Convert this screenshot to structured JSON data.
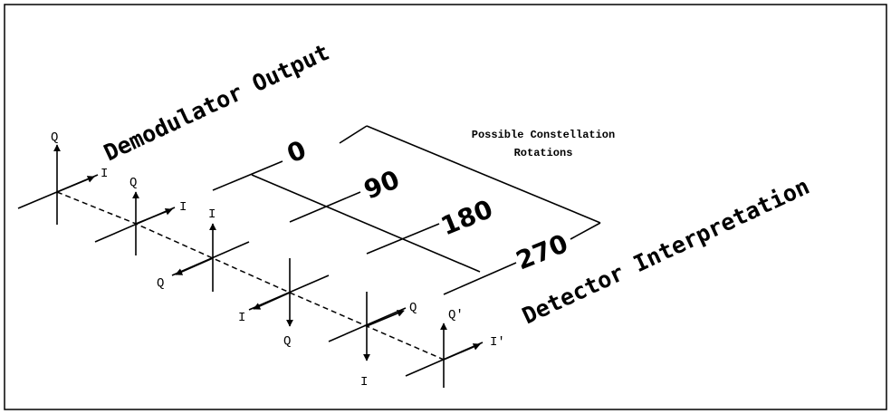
{
  "titles": {
    "demodulator_output": "Demodulator Output",
    "detector_interpretation": "Detector Interpretation"
  },
  "note": {
    "line1": "Possible Constellation",
    "line2": "Rotations"
  },
  "rotations": [
    "0",
    "90",
    "180",
    "270"
  ],
  "axis_labels": {
    "a1_up": "Q",
    "a1_right": "I",
    "a2_up": "Q",
    "a2_right": "I",
    "a3_up": "I",
    "a3_left": "Q",
    "a4_left": "I",
    "a4_down": "Q",
    "a5_right": "Q",
    "a5_down": "I",
    "a6_up": "Q'",
    "a6_right": "I'"
  }
}
